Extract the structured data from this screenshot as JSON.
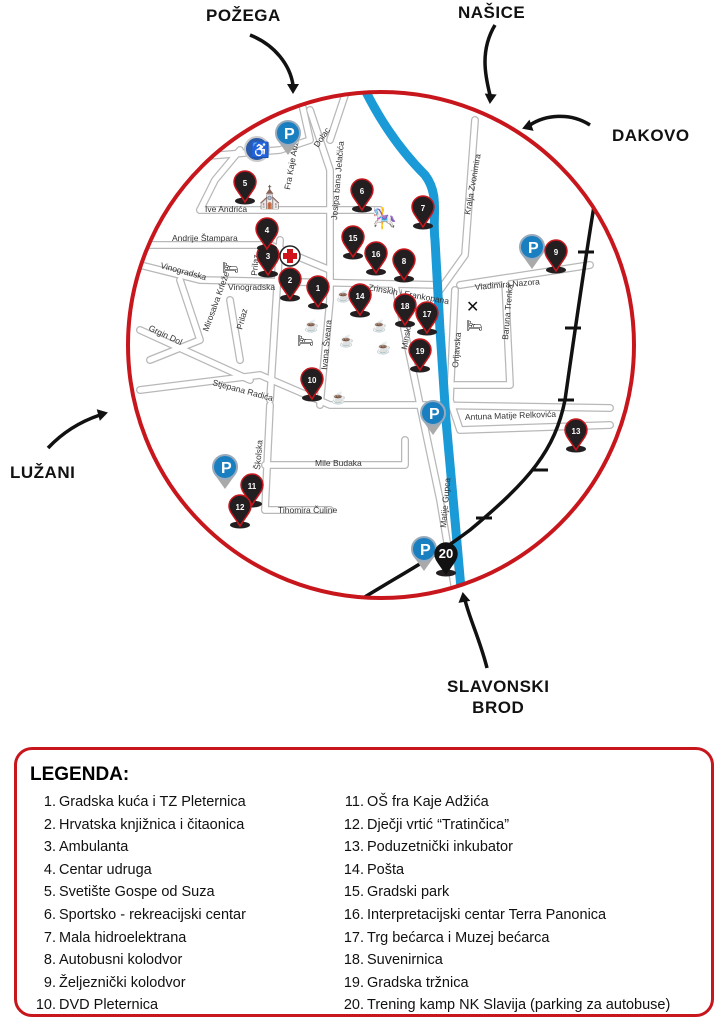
{
  "directions": {
    "north_west": "POŽEGA",
    "north": "NAŠICE",
    "east": "DAKOVO",
    "west": "LUŽANI",
    "south_line1": "SLAVONSKI",
    "south_line2": "BROD"
  },
  "streets": [
    "Dolac",
    "Fra Kaje Adžića",
    "Ive Andrića",
    "Andrije Štampara",
    "Vinogradska",
    "Vinogradska",
    "Josipa bana Jelačića",
    "Kralja Zvonimira",
    "Zrinskih i Frankopana",
    "Vladimira Nazora",
    "Mirosalva Krleže",
    "Prilaz",
    "Prilaz",
    "Grgin Dol",
    "Ivana Šveara",
    "Minska",
    "Orljavska",
    "Baruna Trenka",
    "Stjepana Radića",
    "Antuna Matije Relkovića",
    "Mile Budaka",
    "Školska",
    "Tihomira Čuline",
    "Matije Gupca"
  ],
  "pins": [
    "1",
    "2",
    "3",
    "4",
    "5",
    "6",
    "7",
    "8",
    "9",
    "10",
    "11",
    "12",
    "13",
    "14",
    "15",
    "16",
    "17",
    "18",
    "19",
    "20"
  ],
  "icons": [
    "parking-icon",
    "wheelchair-icon",
    "hospital-icon",
    "church-icon",
    "carousel-icon",
    "restaurant-icon",
    "hotel-icon",
    "cafe-icon"
  ],
  "colors": {
    "circle": "#c8161d",
    "river": "#1a9ad6",
    "pin": "#231f20",
    "parking": "#1a7fc1"
  },
  "legend": {
    "title": "LEGENDA:",
    "items": [
      {
        "n": "1.",
        "label": "Gradska kuća i TZ Pleternica"
      },
      {
        "n": "2.",
        "label": "Hrvatska knjižnica i čitaonica"
      },
      {
        "n": "3.",
        "label": "Ambulanta"
      },
      {
        "n": "4.",
        "label": "Centar udruga"
      },
      {
        "n": "5.",
        "label": "Svetište Gospe od Suza"
      },
      {
        "n": "6.",
        "label": "Sportsko - rekreacijski centar"
      },
      {
        "n": "7.",
        "label": "Mala hidroelektrana"
      },
      {
        "n": "8.",
        "label": "Autobusni kolodvor"
      },
      {
        "n": "9.",
        "label": "Željeznički kolodvor"
      },
      {
        "n": "10.",
        "label": "DVD Pleternica"
      },
      {
        "n": "11.",
        "label": "OŠ fra Kaje Adžića"
      },
      {
        "n": "12.",
        "label": "Dječji vrtić “Tratinčica”"
      },
      {
        "n": "13.",
        "label": "Poduzetnički inkubator"
      },
      {
        "n": "14.",
        "label": "Pošta"
      },
      {
        "n": "15.",
        "label": "Gradski park"
      },
      {
        "n": "16.",
        "label": "Interpretacijski centar Terra Panonica"
      },
      {
        "n": "17.",
        "label": "Trg bećarca i Muzej bećarca"
      },
      {
        "n": "18.",
        "label": "Suvenirnica"
      },
      {
        "n": "19.",
        "label": "Gradska tržnica"
      },
      {
        "n": "20.",
        "label": "Trening kamp NK Slavija (parking za autobuse)"
      }
    ]
  }
}
